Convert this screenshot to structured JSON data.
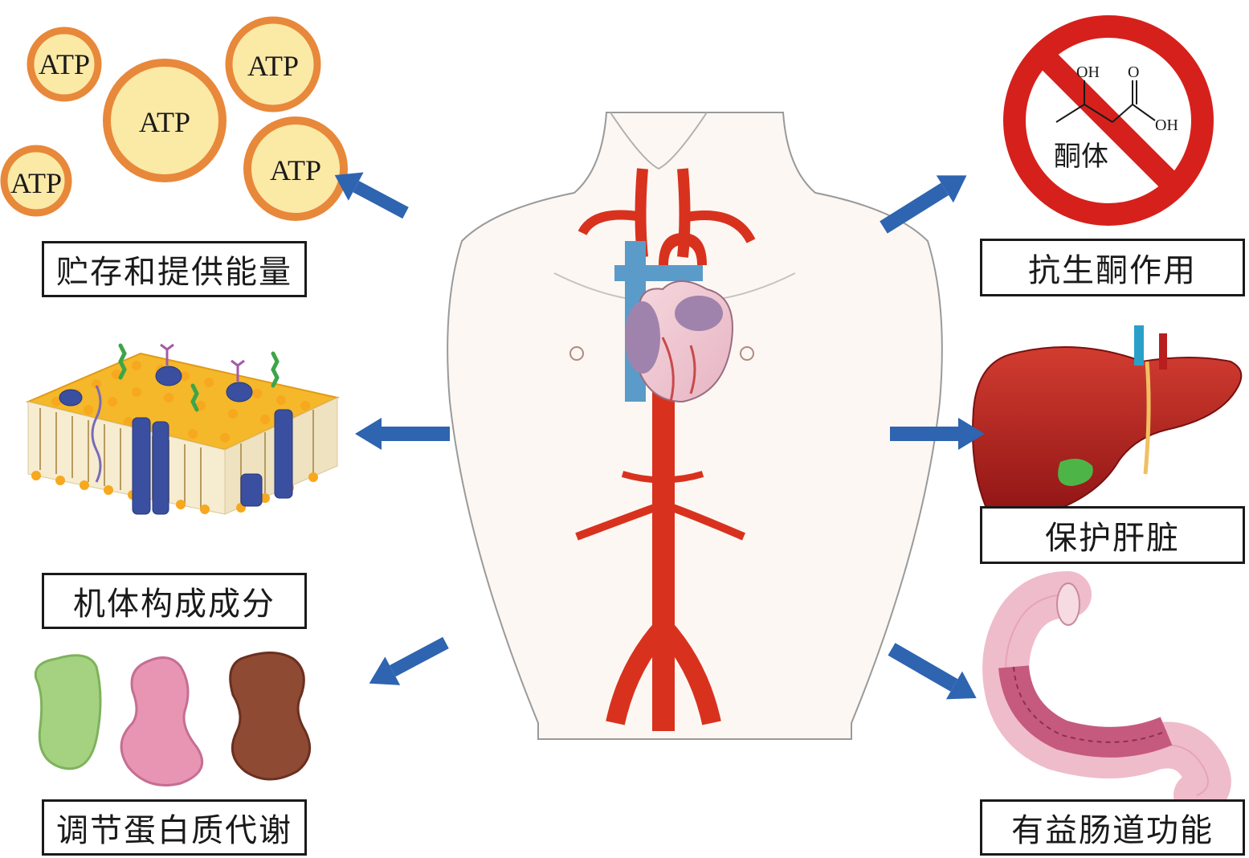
{
  "labels": {
    "atp": "贮存和提供能量",
    "membrane": "机体构成成分",
    "protein": "调节蛋白质代谢",
    "ketone": "抗生酮作用",
    "liver": "保护肝脏",
    "intestine": "有益肠道功能"
  },
  "atp_circles": [
    "ATP",
    "ATP",
    "ATP",
    "ATP",
    "ATP"
  ],
  "ketone_molecule": {
    "oh_top": "OH",
    "o_top": "O",
    "oh_right": "OH",
    "name": "酮体"
  },
  "colors": {
    "arrow": "#2e64b0",
    "artery": "#d8321e",
    "vein": "#5b9bc9",
    "prohibition": "#d6201c",
    "atp_ring": "#e8883a",
    "atp_fill": "#fbe9a6",
    "liver": "#b81e1e"
  }
}
